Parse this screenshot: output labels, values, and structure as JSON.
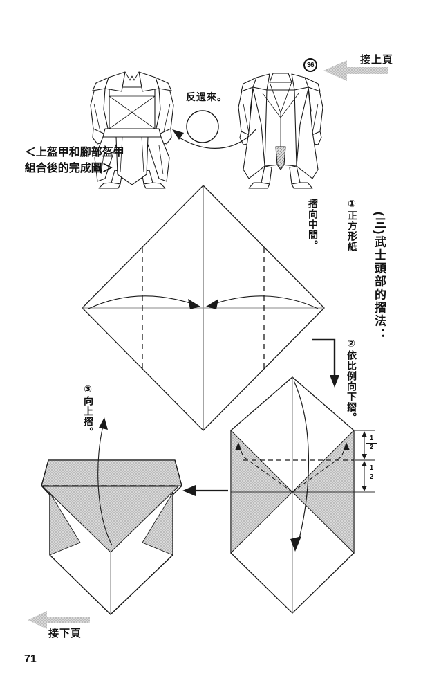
{
  "page": {
    "number": "71"
  },
  "nav": {
    "prev": "接上頁",
    "next": "接下頁"
  },
  "badge": {
    "value": "36"
  },
  "completed": {
    "caption1": "＜上盔甲和腳部盔甲",
    "caption2": "組合後的完成圖＞",
    "flip": "反過來。"
  },
  "heading": {
    "text": "(三)武士頭部的摺法："
  },
  "steps": {
    "s1": {
      "line1": "①正方形紙",
      "line2": "摺向中間。"
    },
    "s2": {
      "text": "②依比例向下摺。"
    },
    "s3": {
      "text": "③向上摺。"
    }
  },
  "measure": {
    "upper_num": "1",
    "upper_den": "2",
    "lower_num": "1",
    "lower_den": "2"
  },
  "colors": {
    "ink": "#1a1a1a",
    "tone": "#c9c9c9",
    "crease": "#8a8a8a"
  }
}
